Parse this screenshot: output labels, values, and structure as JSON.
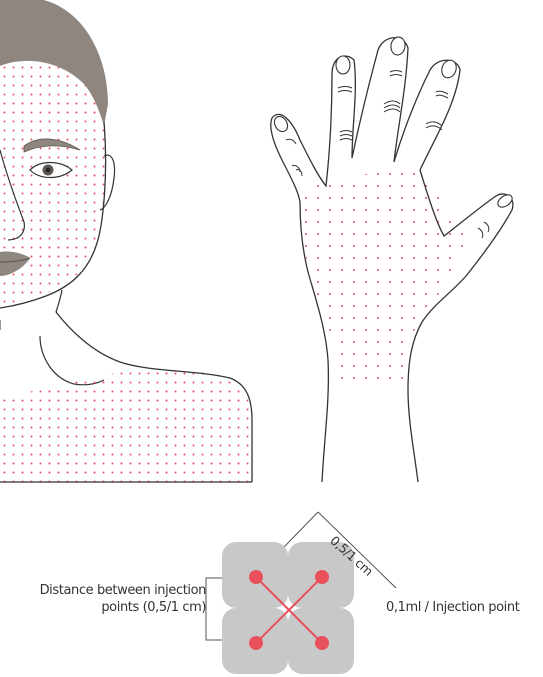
{
  "labels": {
    "distance_line1": "Distance between injection",
    "distance_line2": "points (0,5/1 cm)",
    "dose": "0,1ml / Injection point",
    "spacing": "0,5/1 cm"
  },
  "colors": {
    "line": "#333333",
    "dot": "#e8505b",
    "hair": "#8f8680",
    "lips": "#8e8782",
    "cell": "#c8c8c8",
    "text": "#333333"
  },
  "icons": [
    "face-illustration",
    "hand-illustration",
    "injection-pattern"
  ]
}
